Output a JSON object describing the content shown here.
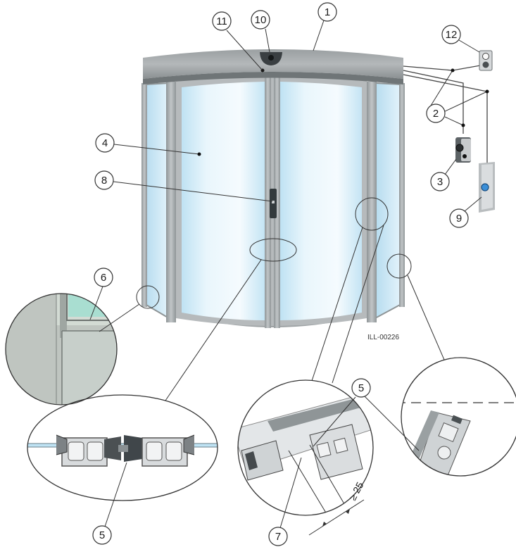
{
  "callouts": [
    {
      "id": "1",
      "label": "1"
    },
    {
      "id": "2",
      "label": "2"
    },
    {
      "id": "3",
      "label": "3"
    },
    {
      "id": "4",
      "label": "4"
    },
    {
      "id": "5a",
      "label": "5"
    },
    {
      "id": "5b",
      "label": "5"
    },
    {
      "id": "6",
      "label": "6"
    },
    {
      "id": "7",
      "label": "7"
    },
    {
      "id": "8",
      "label": "8"
    },
    {
      "id": "9",
      "label": "9"
    },
    {
      "id": "10",
      "label": "10"
    },
    {
      "id": "11",
      "label": "11"
    },
    {
      "id": "12",
      "label": "12"
    }
  ],
  "reference_code": "ILL-00226",
  "dimension_label": "≥ 25",
  "colors": {
    "frame": "#a9aeb0",
    "frame_dark": "#8e9496",
    "canopy_top": "#8d9294",
    "canopy_bottom": "#b9bdbf",
    "glass": "#cfe9f6",
    "glass_light": "#eef8fd",
    "lines": "#333333"
  }
}
